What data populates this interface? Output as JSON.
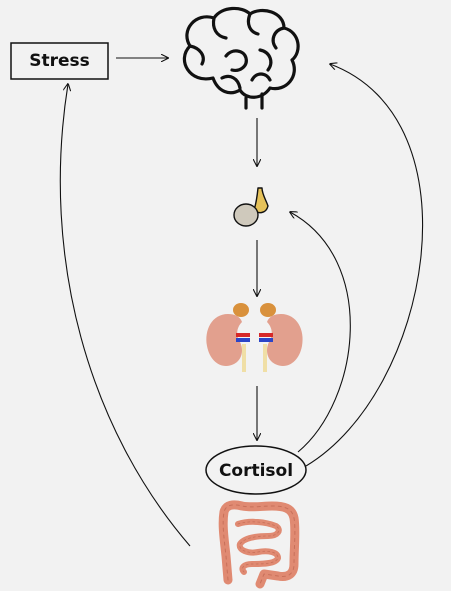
{
  "nodes": {
    "stress": {
      "label": "Stress"
    },
    "brain": {
      "icon": "brain-icon"
    },
    "pituitary": {
      "icon": "pituitary-gland-icon"
    },
    "adrenals": {
      "icon": "kidneys-with-adrenal-glands-icon"
    },
    "cortisol": {
      "label": "Cortisol"
    },
    "gut": {
      "icon": "intestines-icon"
    }
  },
  "edges": [
    {
      "from": "stress",
      "to": "brain"
    },
    {
      "from": "brain",
      "to": "pituitary"
    },
    {
      "from": "pituitary",
      "to": "adrenals"
    },
    {
      "from": "adrenals",
      "to": "cortisol"
    },
    {
      "from": "cortisol",
      "to": "pituitary"
    },
    {
      "from": "cortisol",
      "to": "brain"
    },
    {
      "from": "gut",
      "to": "stress"
    }
  ],
  "colors": {
    "background": "#f2f2f2",
    "line": "#111111",
    "kidney": "#e2a08e",
    "adrenal": "#d9913c",
    "artery": "#d62828",
    "vein": "#2b45c7",
    "ureter": "#f0dfa6",
    "intestine": "#e08a72",
    "pituitary_body": "#cfc9bc",
    "pituitary_stalk": "#e6c25a"
  }
}
